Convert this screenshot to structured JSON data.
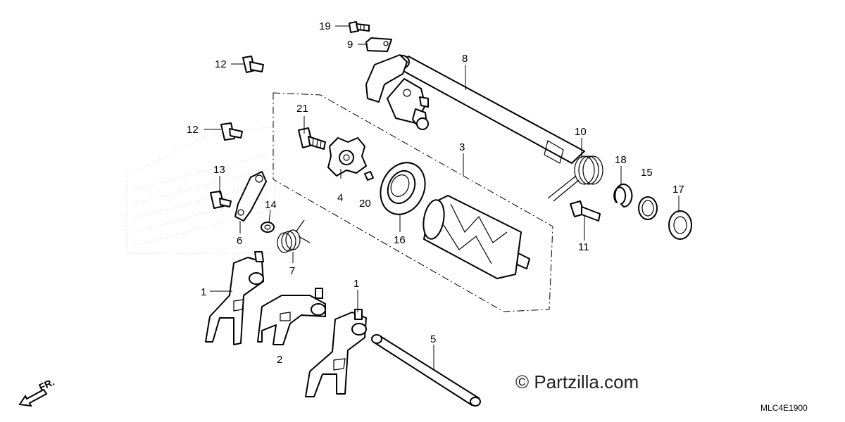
{
  "diagram": {
    "callouts": [
      {
        "id": "c19",
        "label": "19"
      },
      {
        "id": "c9",
        "label": "9"
      },
      {
        "id": "c8",
        "label": "8"
      },
      {
        "id": "c12a",
        "label": "12"
      },
      {
        "id": "c12b",
        "label": "12"
      },
      {
        "id": "c21",
        "label": "21"
      },
      {
        "id": "c3",
        "label": "3"
      },
      {
        "id": "c10",
        "label": "10"
      },
      {
        "id": "c13",
        "label": "13"
      },
      {
        "id": "c18",
        "label": "18"
      },
      {
        "id": "c15",
        "label": "15"
      },
      {
        "id": "c17",
        "label": "17"
      },
      {
        "id": "c4",
        "label": "4"
      },
      {
        "id": "c20",
        "label": "20"
      },
      {
        "id": "c14",
        "label": "14"
      },
      {
        "id": "c6",
        "label": "6"
      },
      {
        "id": "c16",
        "label": "16"
      },
      {
        "id": "c11",
        "label": "11"
      },
      {
        "id": "c7",
        "label": "7"
      },
      {
        "id": "c1a",
        "label": "1"
      },
      {
        "id": "c1b",
        "label": "1"
      },
      {
        "id": "c2",
        "label": "2"
      },
      {
        "id": "c5",
        "label": "5"
      }
    ],
    "watermark": "© Partzilla.com",
    "diagram_code": "MLC4E1900",
    "front_indicator": "FR."
  }
}
